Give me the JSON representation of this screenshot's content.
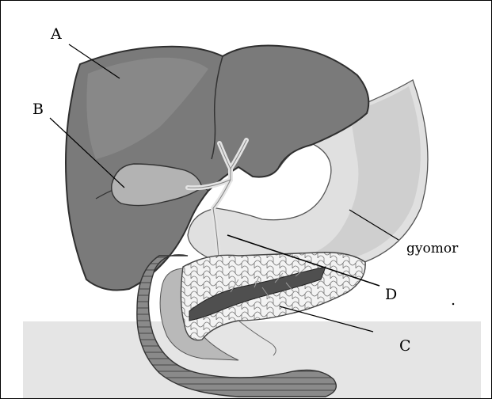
{
  "figure": {
    "labels": {
      "a": "A",
      "b": "B",
      "c": "C",
      "d": "D",
      "stomach": "gyomor",
      "dot": "."
    }
  }
}
